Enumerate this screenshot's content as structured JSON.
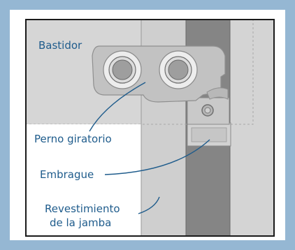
{
  "labels": {
    "bastidor": "Bastidor",
    "perno": "Perno giratorio",
    "embrague": "Embrague",
    "revestimiento_line1": "Revestimiento",
    "revestimiento_line2": "de la jamba"
  },
  "colors": {
    "frame_blue": "#95b7d3",
    "inner_border": "#1a1a1a",
    "label_text": "#1f5c8c",
    "leader_line": "#1f5c8c",
    "sash_fill": "#d9d9d9",
    "jamb_fill": "#cbcbcb",
    "channel_fill": "#828282",
    "hinge_plate": "#c0c0c0"
  }
}
